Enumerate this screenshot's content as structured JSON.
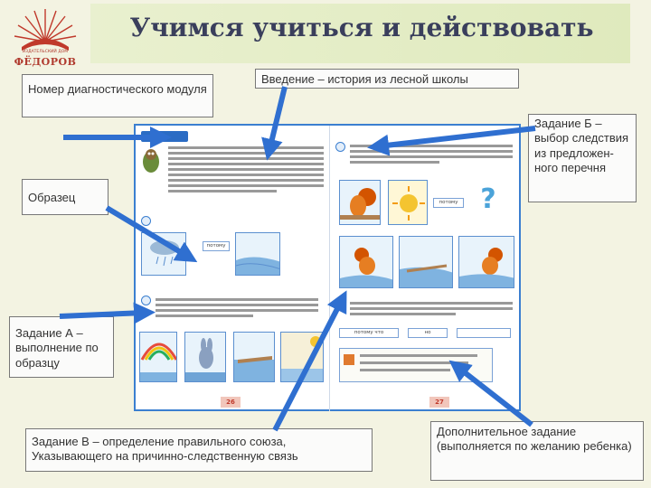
{
  "slide": {
    "title": "Учимся учиться и действовать",
    "logo": {
      "sub": "ИЗДАТЕЛЬСКИЙ ДОМ",
      "name": "ФЁДОРОВ"
    }
  },
  "callouts": {
    "module_number": "Номер диагностического модуля",
    "intro": "Введение – история из лесной школы",
    "task_b": "Задание Б – выбор следствия из предложен- ного перечня",
    "sample": "Образец",
    "task_a": "Задание А – выполнение по образцу",
    "task_v": "Задание В – определение правильного союза, Указывающего на причинно-следственную связь",
    "extra": "Дополнительное задание (выполняется по желанию ребенка)"
  },
  "book": {
    "left_page_number": "26",
    "right_page_number": "27",
    "answer_left": "потому",
    "answer_right_1": "потому что",
    "answer_right_2": "но",
    "question_mark": "?"
  },
  "colors": {
    "accent": "#3b7fd0",
    "title": "#3a3f5c",
    "logo": "#b03a2e"
  }
}
